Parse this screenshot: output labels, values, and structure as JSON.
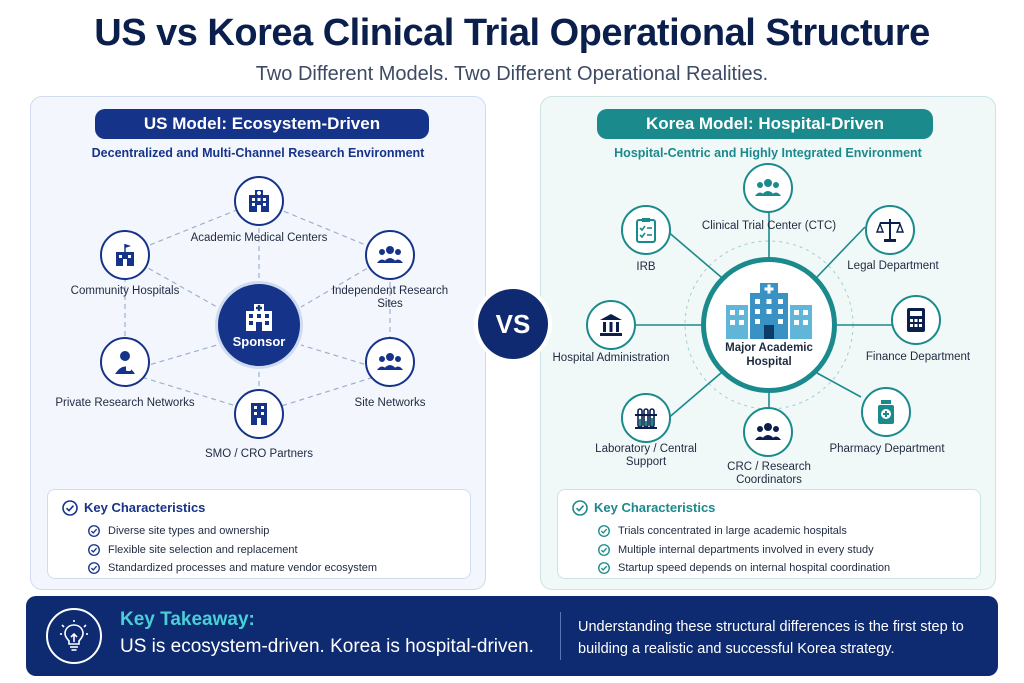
{
  "header": {
    "title": "US vs Korea Clinical Trial Operational Structure",
    "subtitle": "Two Different Models. Two Different Operational Realities."
  },
  "us": {
    "heading": "US Model: Ecosystem-Driven",
    "tagline": "Decentralized and Multi-Channel Research Environment",
    "hub": "Sponsor",
    "nodes": {
      "academic": "Academic Medical Centers",
      "community": "Community Hospitals",
      "independent": "Independent Research Sites",
      "private": "Private Research Networks",
      "site_networks": "Site Networks",
      "smo": "SMO / CRO Partners"
    },
    "characteristics_title": "Key Characteristics",
    "characteristics": [
      "Diverse site types and ownership",
      "Flexible site selection and replacement",
      "Standardized processes and mature vendor ecosystem"
    ]
  },
  "korea": {
    "heading": "Korea Model: Hospital-Driven",
    "tagline": "Hospital-Centric and Highly Integrated Environment",
    "hub": "Major Academic Hospital",
    "nodes": {
      "ctc": "Clinical Trial Center (CTC)",
      "irb": "IRB",
      "legal": "Legal Department",
      "admin": "Hospital Administration",
      "finance": "Finance Department",
      "lab": "Laboratory / Central Support",
      "crc": "CRC / Research Coordinators",
      "pharmacy": "Pharmacy Department"
    },
    "characteristics_title": "Key Characteristics",
    "characteristics": [
      "Trials concentrated in large academic hospitals",
      "Multiple internal departments involved in every study",
      "Startup speed depends on internal hospital coordination"
    ]
  },
  "vs_label": "VS",
  "takeaway": {
    "label": "Key Takeaway:",
    "text": "US is ecosystem-driven. Korea is hospital-driven.",
    "detail": "Understanding these structural differences is the first step to building a realistic and successful Korea strategy."
  },
  "colors": {
    "navy": "#16338a",
    "teal": "#1a8a8c",
    "banner": "#0e2a70",
    "accent": "#48d0d6"
  },
  "icons": {
    "us_academic": "hospital-building-icon",
    "us_community": "hospital-flag-icon",
    "us_independent": "people-group-icon",
    "us_private": "person-doctor-icon",
    "us_site_networks": "people-group-icon",
    "us_smo": "office-building-icon",
    "kr_ctc": "people-group-icon",
    "kr_irb": "clipboard-checklist-icon",
    "kr_legal": "scales-icon",
    "kr_admin": "institution-columns-icon",
    "kr_finance": "calculator-icon",
    "kr_lab": "test-tubes-icon",
    "kr_crc": "people-group-icon",
    "kr_pharmacy": "medicine-bottle-icon",
    "takeaway": "lightbulb-icon"
  }
}
